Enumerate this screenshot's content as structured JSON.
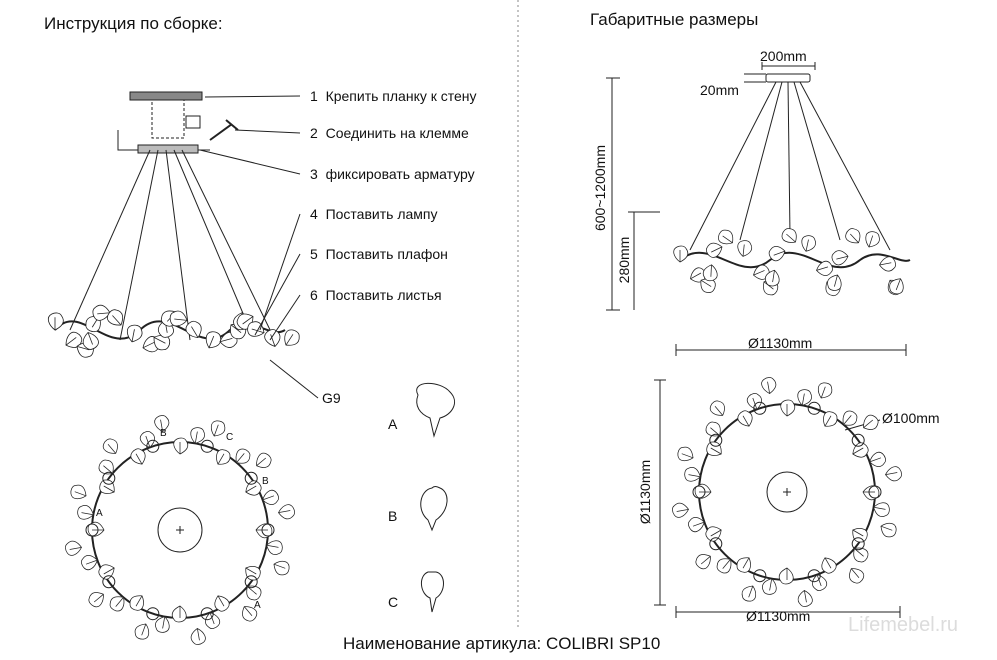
{
  "left": {
    "title": "Инструкция по сборке:",
    "steps": [
      {
        "num": "1",
        "text": "Крепить планку к стену"
      },
      {
        "num": "2",
        "text": "Соединить на клемме"
      },
      {
        "num": "3",
        "text": "фиксировать арматуру"
      },
      {
        "num": "4",
        "text": "Поставить лампу"
      },
      {
        "num": "5",
        "text": "Поставить плафон"
      },
      {
        "num": "6",
        "text": "Поставить листья"
      }
    ],
    "lamp_type": "G9",
    "leaf_parts": [
      "A",
      "B",
      "C"
    ],
    "ring_markers": [
      "A",
      "B",
      "C"
    ]
  },
  "right": {
    "title": "Габаритные размеры",
    "dims": {
      "canopy_width": "200mm",
      "canopy_height": "20mm",
      "suspension": "600~1200mm",
      "body_height": "280mm",
      "diameter_side": "Ø1130mm",
      "diameter_top_v": "Ø1130mm",
      "diameter_top_h": "Ø1130mm",
      "center_disc": "Ø100mm"
    }
  },
  "footer": "Наименование артикула: COLIBRI SP10",
  "watermark": "Lifemebel.ru"
}
